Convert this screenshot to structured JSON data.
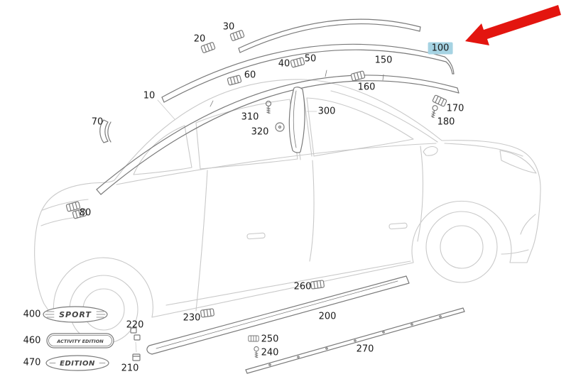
{
  "colors": {
    "highlight": "#a6d3e3",
    "arrow": "#e3150f",
    "car_line": "#c9c9c9",
    "part_line": "#7a7a7a",
    "label_text": "#1a1a1a"
  },
  "callouts": {
    "c10": "10",
    "c20": "20",
    "c30": "30",
    "c40": "40",
    "c50": "50",
    "c60": "60",
    "c70": "70",
    "c80": "80",
    "c100": "100",
    "c150": "150",
    "c160": "160",
    "c170": "170",
    "c180": "180",
    "c200": "200",
    "c210": "210",
    "c220": "220",
    "c230": "230",
    "c240": "240",
    "c250": "250",
    "c260": "260",
    "c270": "270",
    "c300": "300",
    "c310": "310",
    "c320": "320",
    "c400": "400",
    "c460": "460",
    "c470": "470"
  },
  "badges": {
    "sport": "SPORT",
    "activity": "ACTIVITY EDITION",
    "edition": "EDITION"
  }
}
